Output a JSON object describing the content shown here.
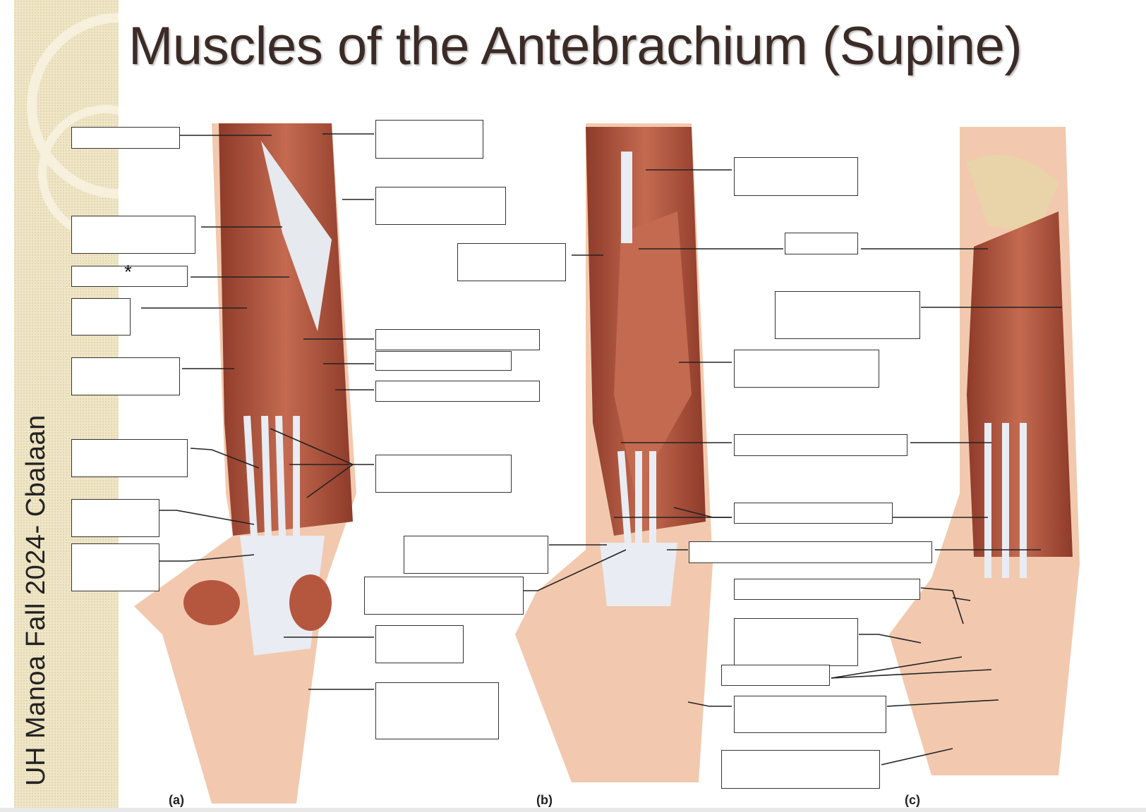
{
  "title": "Muscles of the Antebrachium (Supine)",
  "sidebar_text": "UH Manoa Fall 2024- Cbalaan",
  "asterisk": "*",
  "panel_labels": [
    "(a)",
    "(b)",
    "(c)"
  ],
  "colors": {
    "muscle": "#b5573f",
    "muscle_dark": "#8e3b2a",
    "tendon": "#e9ecf2",
    "skin": "#f2c9ae",
    "bone": "#e8d4a8",
    "title": "#3b2b26",
    "sidebar": "#efe6c8"
  }
}
